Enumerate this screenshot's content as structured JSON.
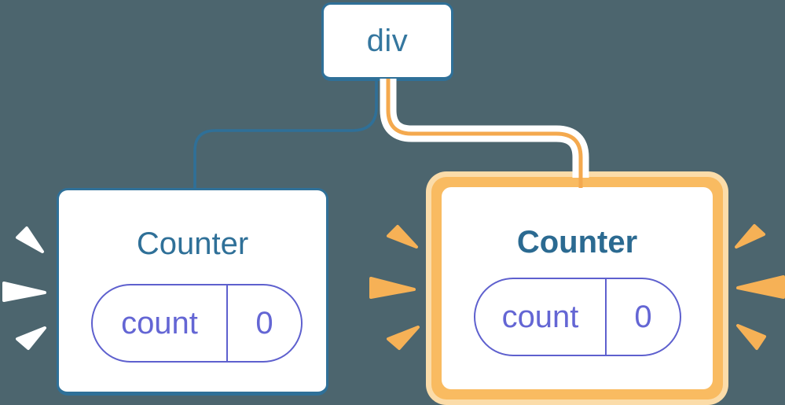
{
  "diagram": {
    "description": "React render tree: div root with two Counter children; right Counter newly rendered (orange highlight with sparks)",
    "background": "#4C656E",
    "root": {
      "label": "div"
    },
    "children": [
      {
        "id": "left",
        "label": "Counter",
        "highlighted": false,
        "state": {
          "key": "count",
          "value": "0"
        }
      },
      {
        "id": "right",
        "label": "Counter",
        "highlighted": true,
        "state": {
          "key": "count",
          "value": "0"
        }
      }
    ],
    "colors": {
      "node_blue_border": "#2F7098",
      "node_blue_text": "#35779F",
      "pill_indigo_border": "#5E60CE",
      "pill_indigo_text": "#6466D4",
      "highlight_orange_ring": "#F9BB61",
      "highlight_orange_pale": "#FBDCA9",
      "connector_orange_core": "#F4A94E",
      "spark_orange": "#F6B156",
      "spark_white": "#FFFFFF"
    }
  }
}
